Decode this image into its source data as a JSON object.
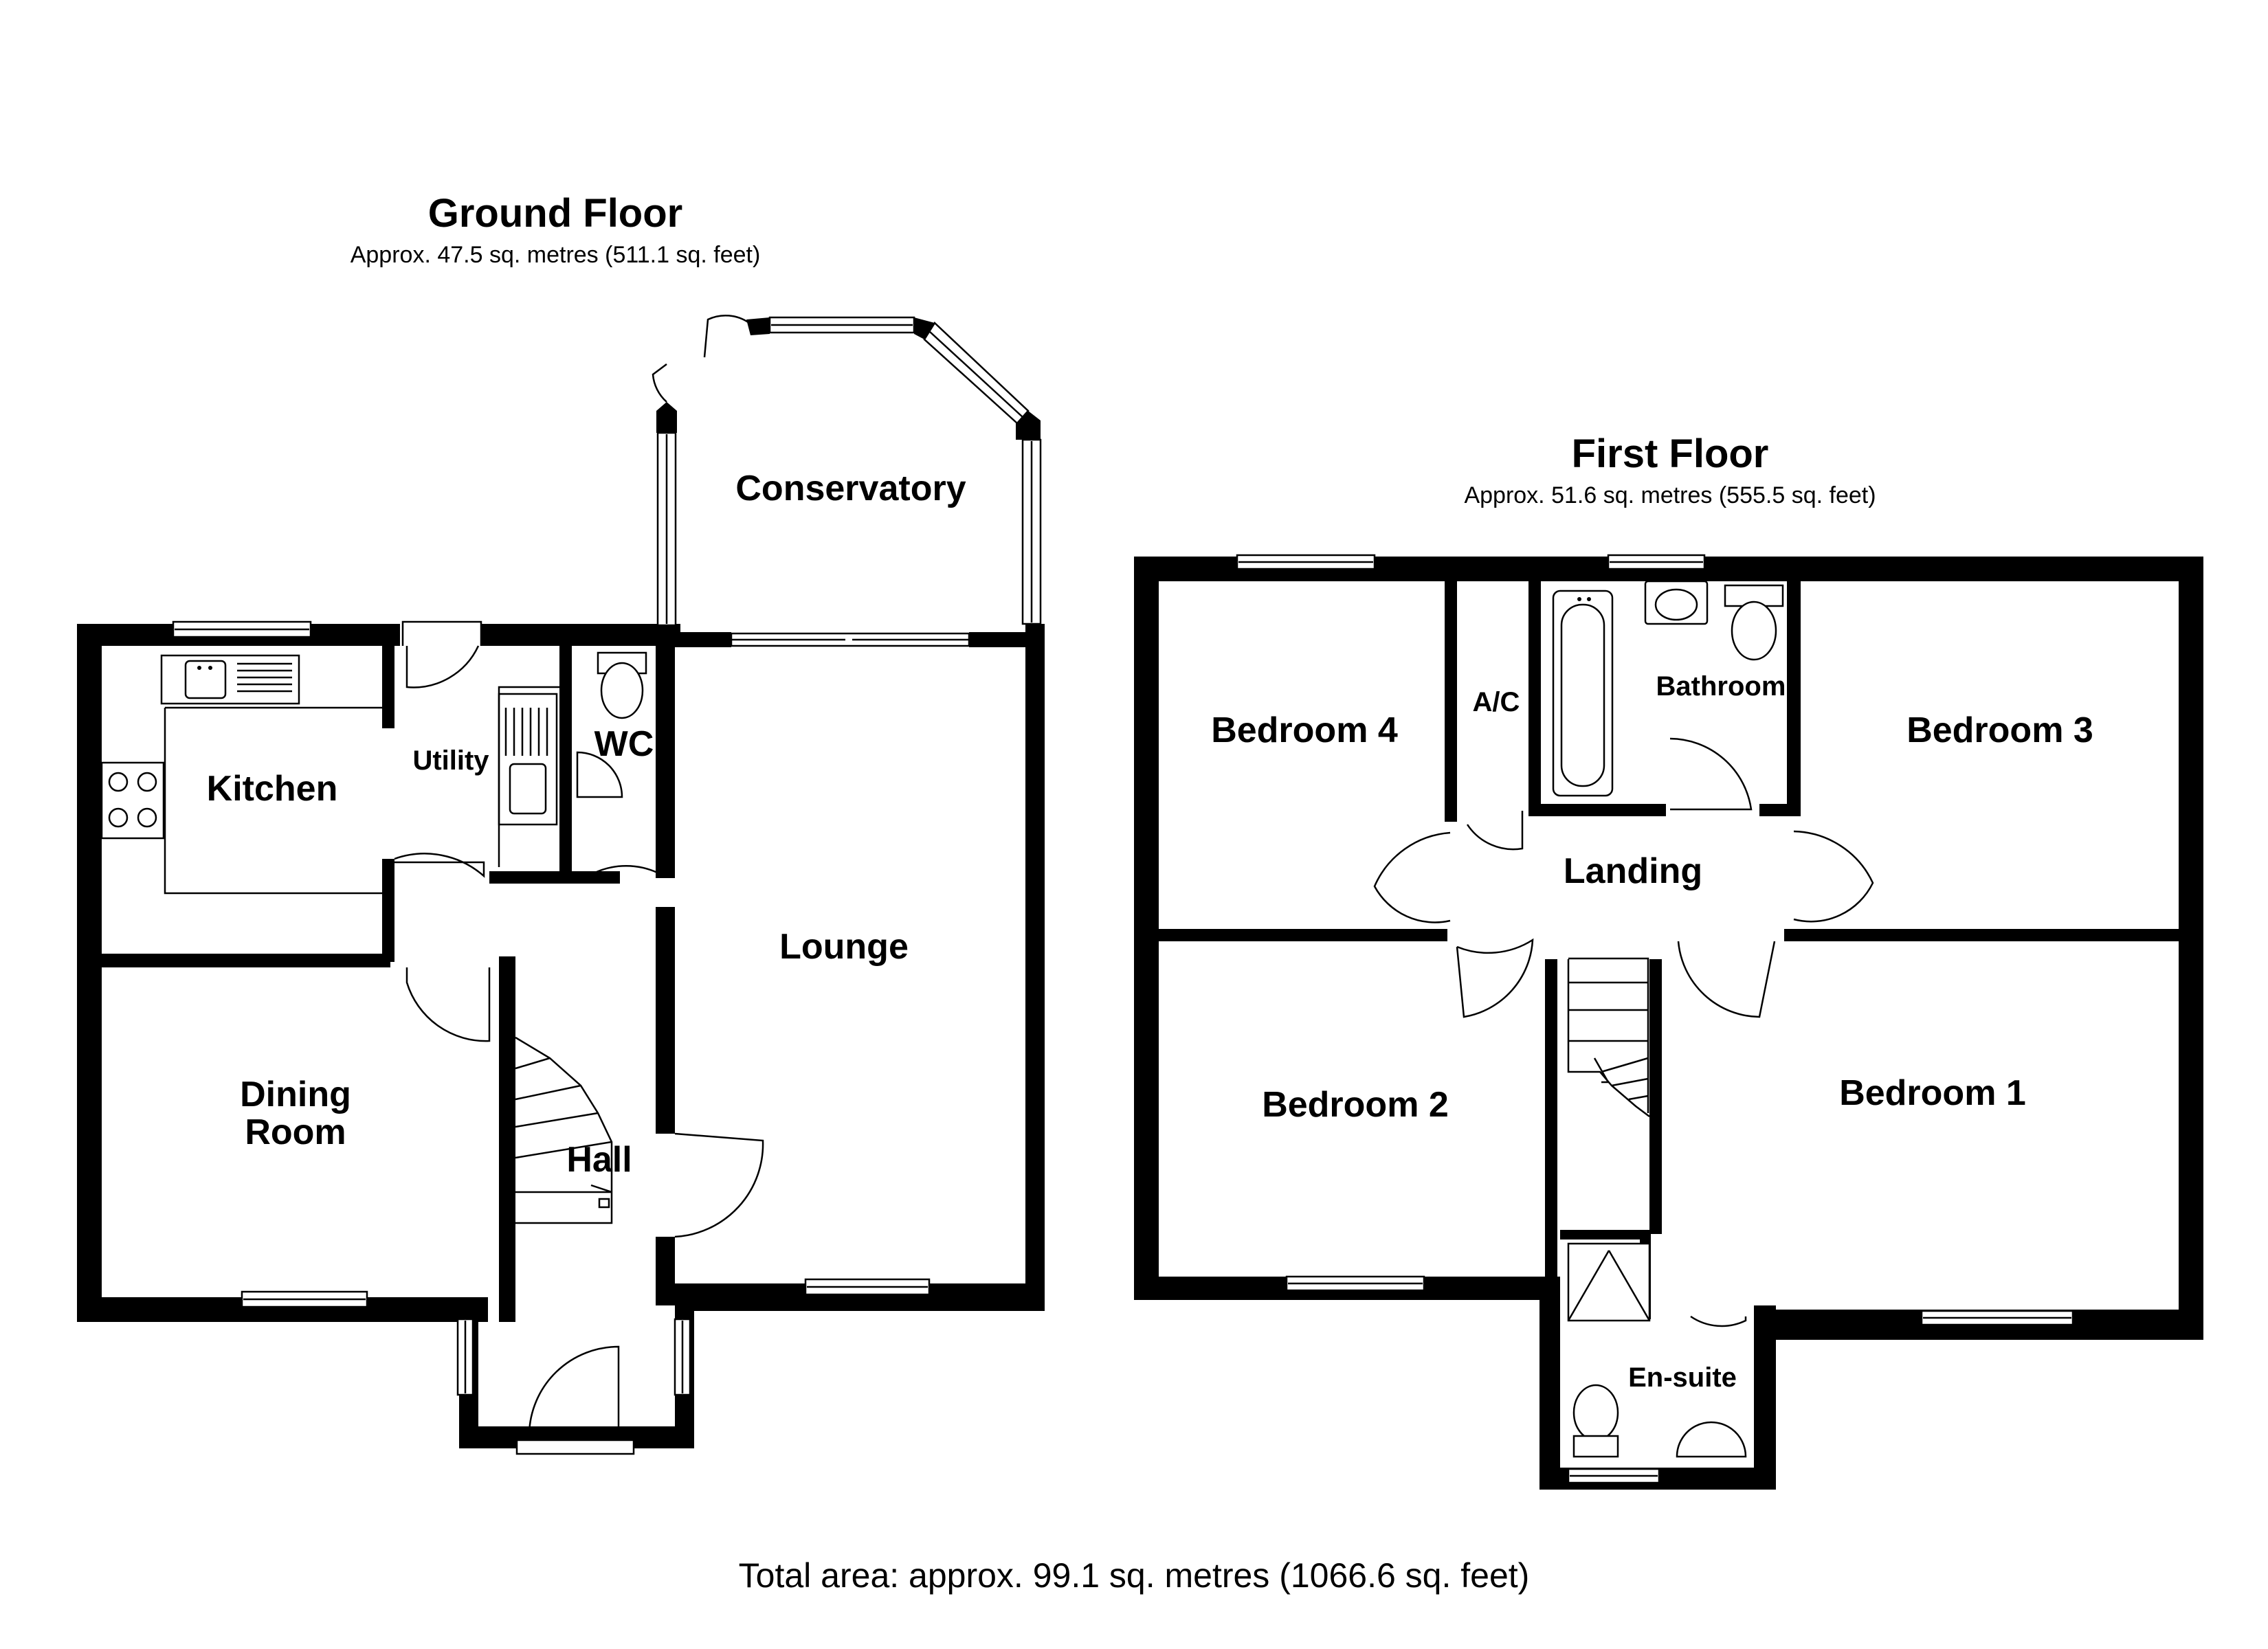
{
  "ground_floor": {
    "title": "Ground Floor",
    "area": "Approx. 47.5 sq. metres (511.1 sq. feet)",
    "rooms": {
      "conservatory": "Conservatory",
      "kitchen": "Kitchen",
      "utility": "Utility",
      "wc": "WC",
      "lounge": "Lounge",
      "dining_line1": "Dining",
      "dining_line2": "Room",
      "hall": "Hall"
    }
  },
  "first_floor": {
    "title": "First Floor",
    "area": "Approx. 51.6 sq. metres (555.5 sq. feet)",
    "rooms": {
      "bedroom4": "Bedroom 4",
      "ac": "A/C",
      "bathroom": "Bathroom",
      "bedroom3": "Bedroom 3",
      "landing": "Landing",
      "bedroom2": "Bedroom 2",
      "bedroom1": "Bedroom 1",
      "ensuite": "En-suite"
    }
  },
  "total_area": "Total area: approx. 99.1 sq. metres (1066.6 sq. feet)"
}
